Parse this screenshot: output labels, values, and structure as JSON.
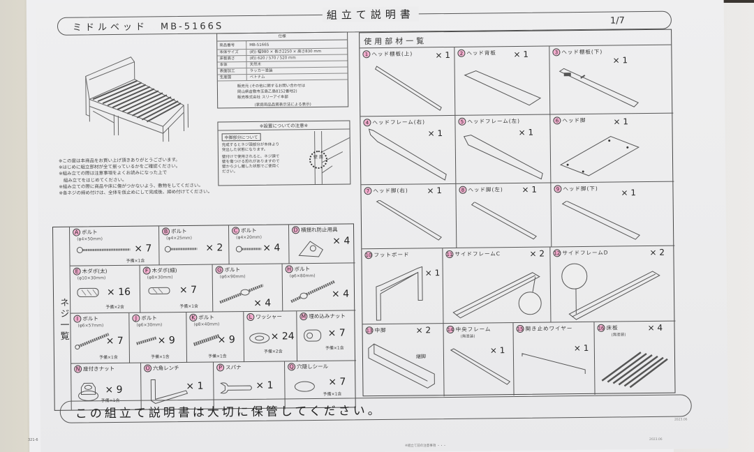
{
  "document": {
    "product_name": "ミドルベッド",
    "model": "MB-5166S",
    "title": "組立て説明書",
    "page": "1/7"
  },
  "spec_table": {
    "title": "仕様",
    "rows": [
      {
        "key": "商品番号",
        "value": "MB-5166S"
      },
      {
        "key": "本体サイズ",
        "value": "(約) 幅980 × 長さ2250 × 高さ830 mm"
      },
      {
        "key": "床板高さ",
        "value": "(約) 620 / 570 / 520 mm"
      },
      {
        "key": "本体",
        "value": "天然木"
      },
      {
        "key": "表面加工",
        "value": "ラッカー塗装"
      },
      {
        "key": "生産国",
        "value": "ベトナム"
      }
    ],
    "contact_lines": [
      "販売元 (その他に関するお問い合わせは",
      "岡山県倉敷市玉島乙島8152番地2)",
      "販売株式会社 スリーアイ本部"
    ],
    "note": "(家庭用品品質表示法による表示)"
  },
  "setup_caution": {
    "title": "※設置についての注意※",
    "subtitle": "中脚部分について",
    "text": [
      "完成するとネジ頭部分が本体より",
      "突出した状態になります。",
      "壁付けで使用されると、ネジ頭で",
      "壁を傷つける恐れがありますので",
      "壁から少し離した状態でご使用く",
      "ださい。"
    ],
    "callout_label": "壁 面"
  },
  "notes": [
    "※この度は本商品をお買い上げ頂きありがとうございます。",
    "※はじめに組立部材が全て揃っているかをご確認ください。",
    "※組み立ての際は注意事項をよくお読みになった上で",
    "　組み立てをはじめてください。",
    "※組み立ての際に商品や床に傷がつかないよう、敷物をしてください。",
    "※各ネジの締め付けは、全体を仮止めにして完成後、締め付けてください。"
  ],
  "screws": {
    "heading": "ネジ一覧",
    "items": [
      {
        "letter": "A",
        "name": "ボルト",
        "size": "(φ4×50mm)",
        "qty": "× 7",
        "spare": "予備×1含"
      },
      {
        "letter": "B",
        "name": "ボルト",
        "size": "(φ4×25mm)",
        "qty": "× 2",
        "spare": ""
      },
      {
        "letter": "C",
        "name": "ボルト",
        "size": "(φ4×20mm)",
        "qty": "× 4",
        "spare": ""
      },
      {
        "letter": "D",
        "name": "横揺れ防止用具",
        "size": "",
        "qty": "× 4",
        "spare": ""
      },
      {
        "letter": "E",
        "name": "木ダボ(太)",
        "size": "(φ10×30mm)",
        "qty": "× 16",
        "spare": "予備×2含"
      },
      {
        "letter": "F",
        "name": "木ダボ(細)",
        "size": "(φ8×30mm)",
        "qty": "× 7",
        "spare": "予備×1含"
      },
      {
        "letter": "G",
        "name": "ボルト",
        "size": "(φ6×90mm)",
        "qty": "× 4",
        "spare": ""
      },
      {
        "letter": "H",
        "name": "ボルト",
        "size": "(φ6×80mm)",
        "qty": "× 4",
        "spare": ""
      },
      {
        "letter": "I",
        "name": "ボルト",
        "size": "(φ6×57mm)",
        "qty": "× 7",
        "spare": "予備×1含"
      },
      {
        "letter": "J",
        "name": "ボルト",
        "size": "(φ6×30mm)",
        "qty": "× 9",
        "spare": "予備×1含"
      },
      {
        "letter": "K",
        "name": "ボルト",
        "size": "(φ8×40mm)",
        "qty": "× 9",
        "spare": "予備×1含"
      },
      {
        "letter": "L",
        "name": "ワッシャー",
        "size": "",
        "qty": "× 24",
        "spare": "予備×2含"
      },
      {
        "letter": "M",
        "name": "埋め込みナット",
        "size": "",
        "qty": "× 7",
        "spare": "予備×1含"
      },
      {
        "letter": "N",
        "name": "座付きナット",
        "size": "",
        "qty": "× 9",
        "spare": "予備×1含"
      },
      {
        "letter": "O",
        "name": "六角レンチ",
        "size": "",
        "qty": "× 1",
        "spare": ""
      },
      {
        "letter": "P",
        "name": "スパナ",
        "size": "",
        "qty": "× 1",
        "spare": ""
      },
      {
        "letter": "Q",
        "name": "穴隠しシール",
        "size": "",
        "qty": "× 7",
        "spare": "予備×1含"
      }
    ]
  },
  "parts": {
    "heading": "使用部材一覧",
    "items": [
      {
        "num": "1",
        "name": "ヘッド棚板(上)",
        "sub": "",
        "qty": "× 1"
      },
      {
        "num": "2",
        "name": "ヘッド背板",
        "sub": "",
        "qty": "× 1"
      },
      {
        "num": "3",
        "name": "ヘッド棚板(下)",
        "sub": "",
        "qty": "× 1"
      },
      {
        "num": "4",
        "name": "ヘッドフレーム(右)",
        "sub": "",
        "qty": "× 1"
      },
      {
        "num": "5",
        "name": "ヘッドフレーム(左)",
        "sub": "",
        "qty": "× 1"
      },
      {
        "num": "6",
        "name": "ヘッド脚",
        "sub": "",
        "qty": "× 1"
      },
      {
        "num": "7",
        "name": "ヘッド脚(右)",
        "sub": "",
        "qty": "× 1"
      },
      {
        "num": "8",
        "name": "ヘッド脚(左)",
        "sub": "",
        "qty": "× 1"
      },
      {
        "num": "9",
        "name": "ヘッド脚(下)",
        "sub": "",
        "qty": "× 1"
      },
      {
        "num": "10",
        "name": "フットボード",
        "sub": "",
        "qty": "× 1"
      },
      {
        "num": "11",
        "name": "サイドフレームC",
        "sub": "",
        "qty": "× 2"
      },
      {
        "num": "12",
        "name": "サイドフレームD",
        "sub": "",
        "qty": "× 2"
      },
      {
        "num": "13",
        "name": "中脚",
        "sub": "",
        "qty": "× 2",
        "callout": "継脚"
      },
      {
        "num": "14",
        "name": "中央フレーム",
        "sub": "(無塗装)",
        "qty": "× 1"
      },
      {
        "num": "15",
        "name": "開き止めワイヤー",
        "sub": "",
        "qty": "× 1"
      },
      {
        "num": "16",
        "name": "床板",
        "sub": "(無塗装)",
        "qty": "× 4"
      }
    ]
  },
  "footer": {
    "notice": "この組立て説明書は大切に保管してください。",
    "code_left": "321-6",
    "code_right": "2023.06",
    "code_right2": "2023.06",
    "back_text": "※組立て前の注意事項 ・・・"
  },
  "colors": {
    "paper": "#ececed",
    "ink": "#2a2a2a",
    "highlight_pink": "#f08cc0"
  }
}
